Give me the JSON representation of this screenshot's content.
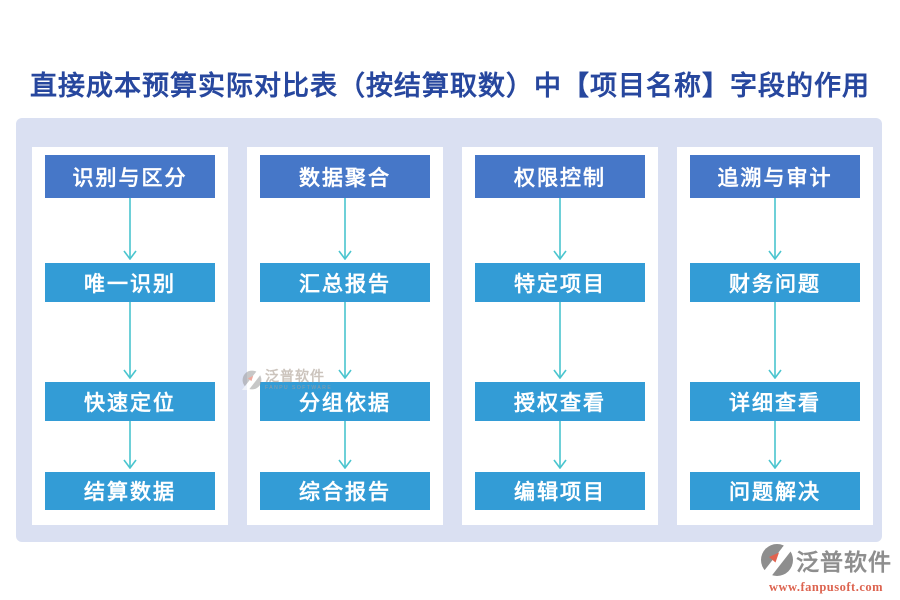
{
  "page": {
    "title": "直接成本预算实际对比表（按结算取数）中【项目名称】字段的作用"
  },
  "colors": {
    "title_blue": "#27479E",
    "board_background": "#DAE0F2",
    "header_box_blue": "#4677C8",
    "step_box_blue": "#339CD6",
    "arrow_teal": "#4AC5CF",
    "footer_gray": "#8E8E8E",
    "footer_url_orange": "#DD6450"
  },
  "columns": [
    {
      "header": "识别与区分",
      "steps": [
        "唯一识别",
        "快速定位",
        "结算数据"
      ]
    },
    {
      "header": "数据聚合",
      "steps": [
        "汇总报告",
        "分组依据",
        "综合报告"
      ]
    },
    {
      "header": "权限控制",
      "steps": [
        "特定项目",
        "授权查看",
        "编辑项目"
      ]
    },
    {
      "header": "追溯与审计",
      "steps": [
        "财务问题",
        "详细查看",
        "问题解决"
      ]
    }
  ],
  "watermark": {
    "icon": "fanpu-circle-logo-icon",
    "brand": "泛普软件",
    "sub": "FANPU SOFTWARE"
  },
  "footer": {
    "icon": "fanpu-circle-logo-icon",
    "brand": "泛普软件",
    "url": "www.fanpusoft.com"
  }
}
